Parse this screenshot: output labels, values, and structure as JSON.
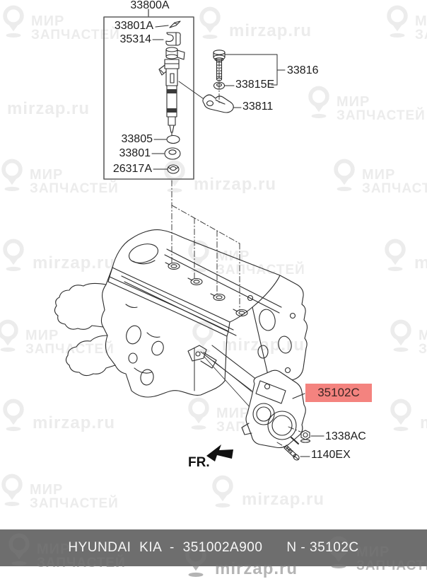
{
  "watermark": {
    "brand_line1": "МИР",
    "brand_line2": "ЗАПЧАСТЕЙ",
    "url": "mirzap.ru",
    "color": "#ececec"
  },
  "diagram": {
    "assembly_label": "33800A",
    "parts": {
      "clip": "33801A",
      "clamp": "35314",
      "oring": "33805",
      "grommet": "33801",
      "seal": "26317A",
      "mount_bolt": "33816",
      "washer": "33815E",
      "bracket": "33811",
      "throttle_body": "35102C",
      "nut": "1338AC",
      "bolt": "1140EX"
    },
    "front_marker": "FR.",
    "highlight_color": "#f4837f"
  },
  "footer": {
    "brand_part": "HYUNDAI KIA - 351002A900",
    "ref": "N - 35102C",
    "bg_color": "#6e6e6e"
  }
}
